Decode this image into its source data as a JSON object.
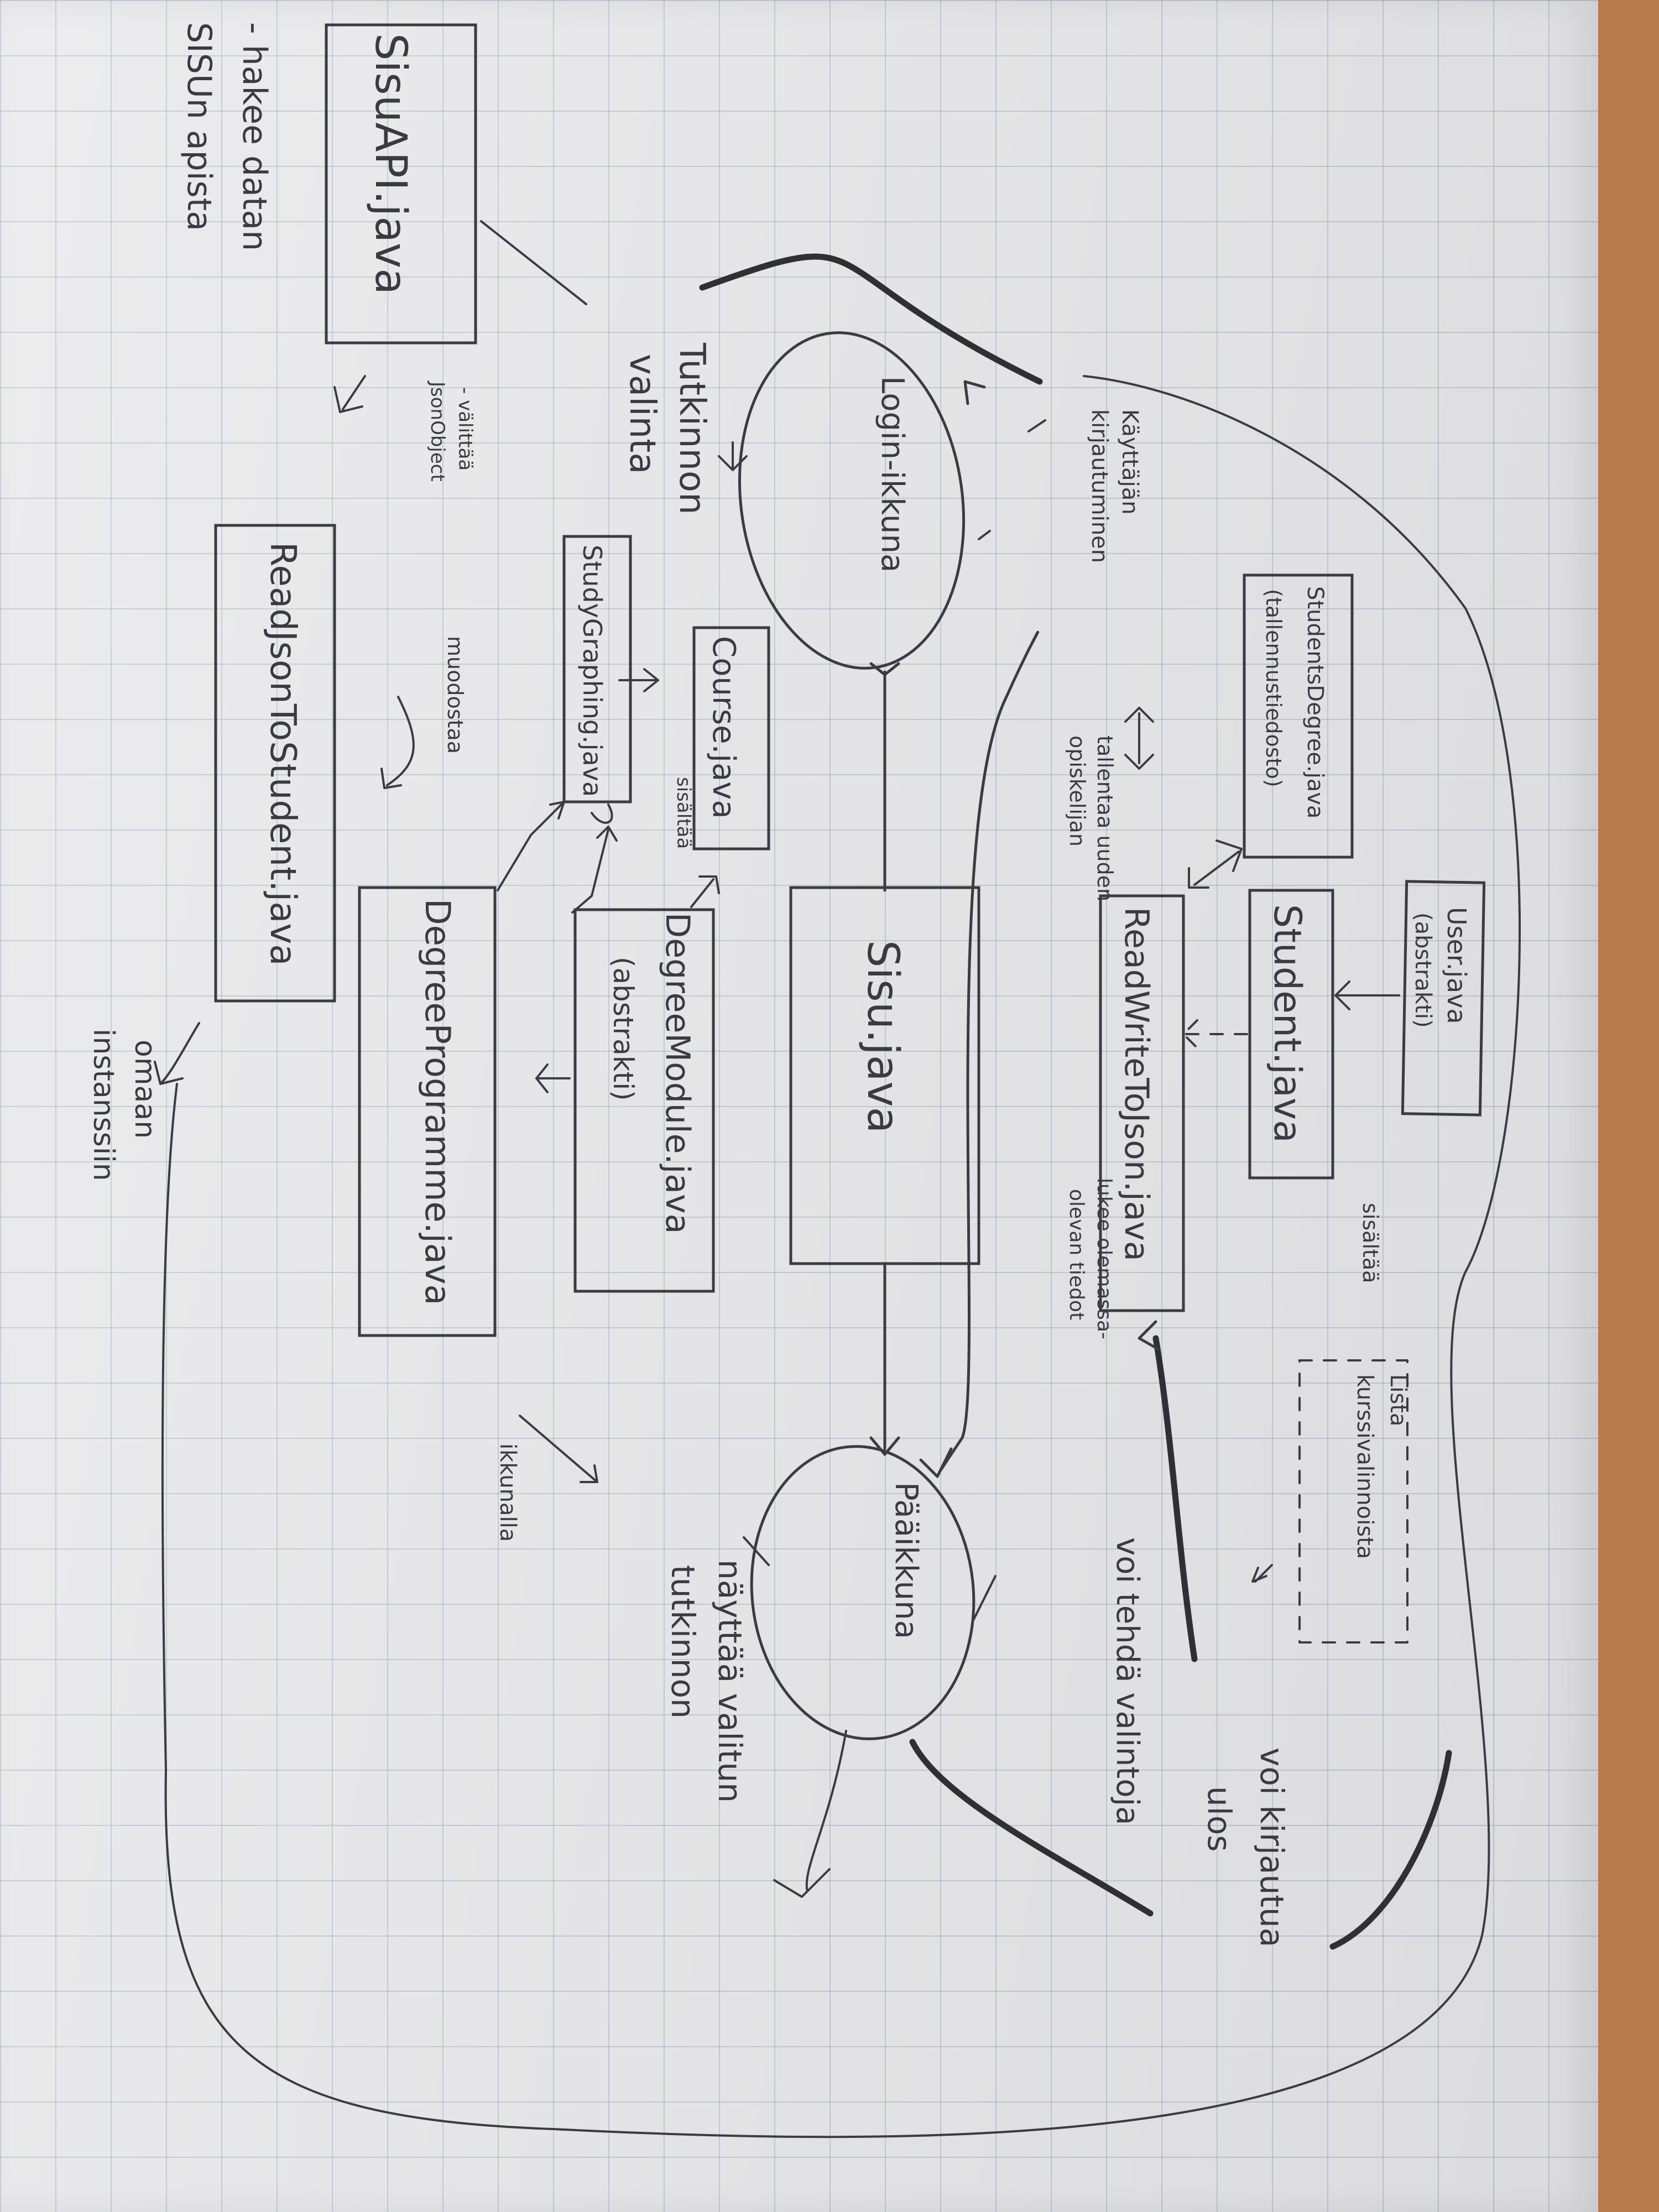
{
  "diagram": {
    "boxes": {
      "user": {
        "line1": "User.java",
        "line2": "(abstrakti)"
      },
      "student": {
        "label": "Student.java"
      },
      "students_degree": {
        "line1": "StudentsDegree.java",
        "line2": "(tallennustiedosto)"
      },
      "read_write": {
        "label": "ReadWriteToJson.java"
      },
      "sisu_main": {
        "label": "Sisu.java"
      },
      "course": {
        "label": "Course.java"
      },
      "degree_module": {
        "line1": "DegreeModule.java",
        "line2": "(abstrakti)"
      },
      "study_graph": {
        "label": "StudyGraphing.java"
      },
      "degree_programme": {
        "label": "DegreeProgramme.java"
      },
      "read_json_student": {
        "label": "ReadJsonToStudent.java"
      },
      "sisu_api": {
        "label": "SisuAPI.java"
      }
    },
    "ellipses": {
      "login": {
        "label": "Login-ikkuna"
      },
      "main_window": {
        "label": "Pääikkuna"
      }
    },
    "notes": {
      "sisu_api_note": {
        "line1": "- hakee datan",
        "line2": "SISUn apista"
      },
      "json_objects": {
        "line1": "- välittää",
        "line2": "JsonObject"
      },
      "tutkinnon_valinta": {
        "line1": "Tutkinnon",
        "line2": "valinta"
      },
      "kirjautuminen": {
        "line1": "Käyttäjän",
        "line2": "kirjautuminen"
      },
      "muodostaa": {
        "label": "muodostaa"
      },
      "sisaltaa_course": {
        "label": "sisältää"
      },
      "tallentaa": {
        "line1": "tallentaa uuden",
        "line2": "opiskelijan"
      },
      "lukee": {
        "line1": "lukee olemassa-",
        "line2": "olevan tiedot"
      },
      "sisaltaa_user": {
        "label": "sisältää"
      },
      "lista": {
        "line1": "Lista",
        "line2": "kurssivalinnoista"
      },
      "omaan": {
        "line1": "omaan",
        "line2": "instanssiin"
      },
      "ikkunalla": {
        "label": "ikkunalla"
      },
      "nayttaa": {
        "line1": "näyttää valitun",
        "line2": "tutkinnon"
      },
      "voi_tehda": {
        "label": "voi tehdä valintoja"
      },
      "voi_kirjautua": {
        "line1": "voi kirjautua",
        "line2": "ulos"
      }
    }
  }
}
